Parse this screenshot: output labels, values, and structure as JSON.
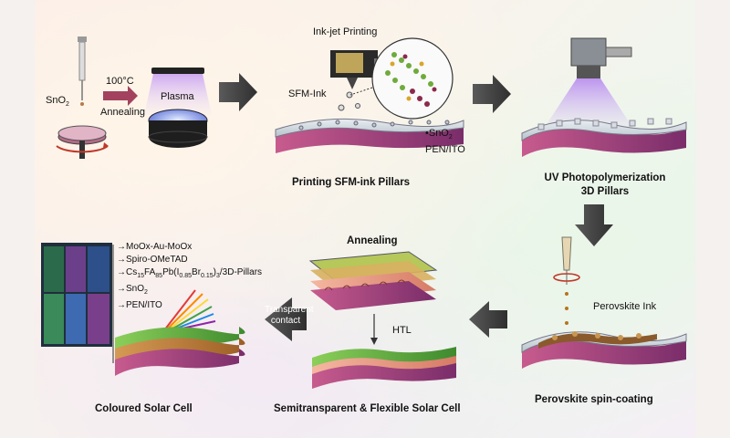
{
  "step1": {
    "material_main": "SnO",
    "material_sub": "2",
    "temperature": "100°C",
    "annealing": "Annealing",
    "plasma": "Plasma"
  },
  "step2": {
    "inkjet": "Ink-jet Printing",
    "ink": "SFM-Ink",
    "layer1_main": "•SnO",
    "layer1_sub": "2",
    "layer2": "PEN/ITO",
    "caption": "Printing SFM-ink Pillars"
  },
  "step3": {
    "caption_line1": "UV Photopolymerization",
    "caption_line2": "3D Pillars"
  },
  "step4": {
    "ink": "Perovskite Ink",
    "caption": "Perovskite spin-coating"
  },
  "step5": {
    "annealing": "Annealing",
    "htl": "HTL",
    "caption": "Semitransparent & Flexible Solar Cell"
  },
  "step6": {
    "arrow_line1": "Transparent",
    "arrow_line2": "contact",
    "layers": [
      "→MoOx-Au-MoOx",
      "→Spiro-OMeTAD",
      "→PEN/ITO"
    ],
    "perovskite": {
      "cs": "15",
      "fa": "85",
      "i": "0.85",
      "br": "0.15",
      "n": "3",
      "suffix": "/3D-Pillars"
    },
    "sno2_main": "SnO",
    "sno2_sub": "2",
    "caption": "Coloured Solar Cell"
  }
}
